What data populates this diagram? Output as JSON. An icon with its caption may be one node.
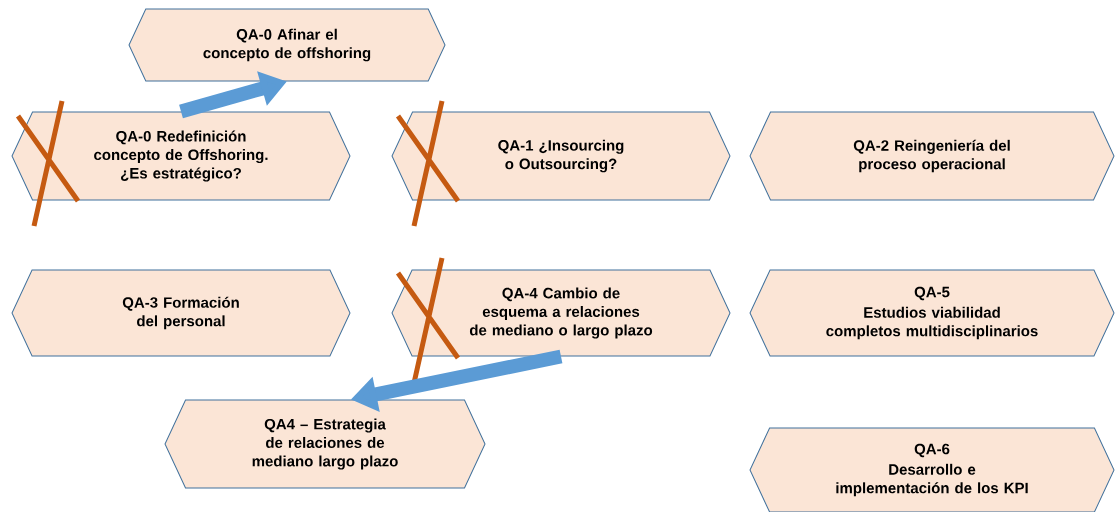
{
  "diagram": {
    "nodes": [
      {
        "text": [
          "QA-0 Afinar el concepto de offshoring"
        ]
      },
      {
        "text": [
          "QA-0 Redefinición concepto de Offshoring. ¿Es estratégico?"
        ]
      },
      {
        "text": [
          "QA-1 ¿Insourcing o Outsourcing?"
        ]
      },
      {
        "text": [
          "QA-2 Reingeniería del proceso operacional"
        ]
      },
      {
        "text": [
          "QA-3 Formación del personal"
        ]
      },
      {
        "text": [
          "QA-4  Cambio de esquema a relaciones de mediano o largo plazo"
        ]
      },
      {
        "text": [
          "QA-5",
          "Estudios viabilidad completos multidisciplinarios"
        ]
      },
      {
        "text": [
          "QA4 – Estrategia de relaciones de mediano largo plazo"
        ]
      },
      {
        "text": [
          "QA-6",
          "Desarrollo e implementación de los KPI"
        ]
      }
    ],
    "edges": [
      {
        "from": 1,
        "to": 0,
        "arrow": "to"
      },
      {
        "from": 5,
        "to": 7,
        "arrow": "to"
      }
    ]
  }
}
